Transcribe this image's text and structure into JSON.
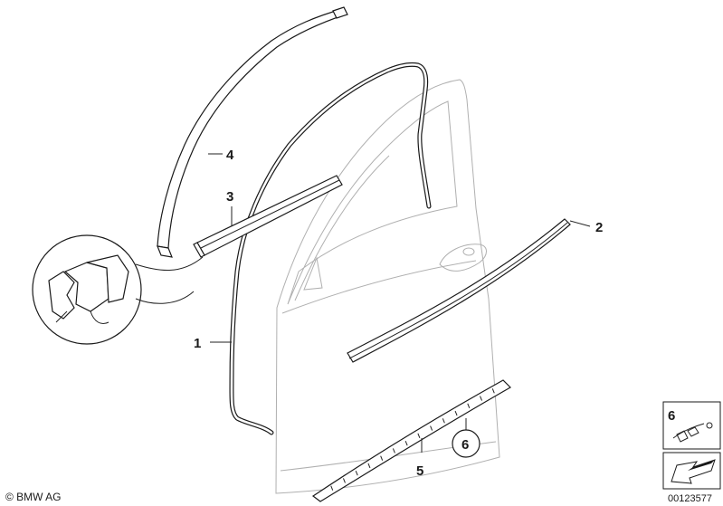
{
  "callouts": {
    "c1": "1",
    "c2": "2",
    "c3": "3",
    "c4": "4",
    "c5": "5",
    "c6": "6"
  },
  "legend": {
    "number": "6",
    "icon": "clip-icon"
  },
  "footer": {
    "copyright": "© BMW AG",
    "diagram_number": "00123577"
  },
  "colors": {
    "line": "#1a1a1a",
    "door_outline": "#b0b0b0",
    "background": "#ffffff"
  }
}
